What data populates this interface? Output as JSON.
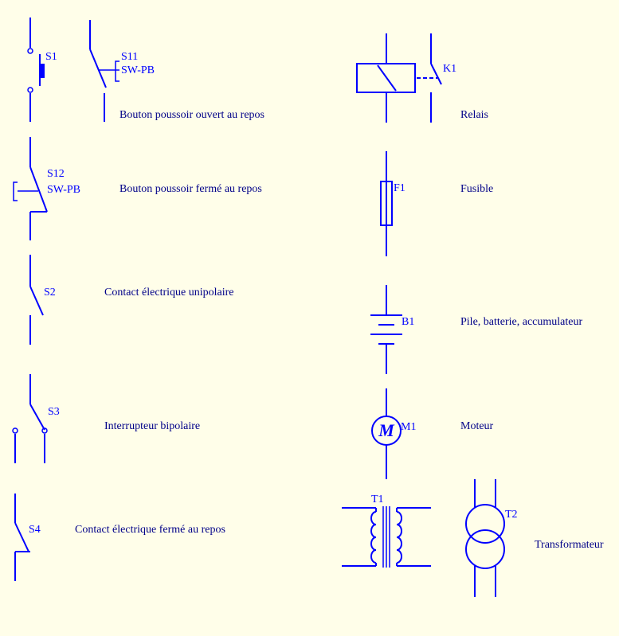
{
  "colors": {
    "background": "#fffee9",
    "symbol": "#0000ff",
    "text": "#000088"
  },
  "symbols": {
    "s1": {
      "ref": "S1"
    },
    "s11": {
      "ref": "S11",
      "part": "SW-PB",
      "description": "Bouton poussoir ouvert au repos"
    },
    "s12": {
      "ref": "S12",
      "part": "SW-PB",
      "description": "Bouton poussoir fermé au repos"
    },
    "s2": {
      "ref": "S2",
      "description": "Contact électrique unipolaire"
    },
    "s3": {
      "ref": "S3",
      "description": "Interrupteur bipolaire"
    },
    "s4": {
      "ref": "S4",
      "description": "Contact électrique fermé au repos"
    },
    "k1": {
      "ref": "K1",
      "description": "Relais"
    },
    "f1": {
      "ref": "F1",
      "description": "Fusible"
    },
    "b1": {
      "ref": "B1",
      "description": "Pile, batterie, accumulateur"
    },
    "m1": {
      "ref": "M1",
      "glyph": "M",
      "description": "Moteur"
    },
    "t1": {
      "ref": "T1"
    },
    "t2": {
      "ref": "T2",
      "description": "Transformateur"
    }
  }
}
